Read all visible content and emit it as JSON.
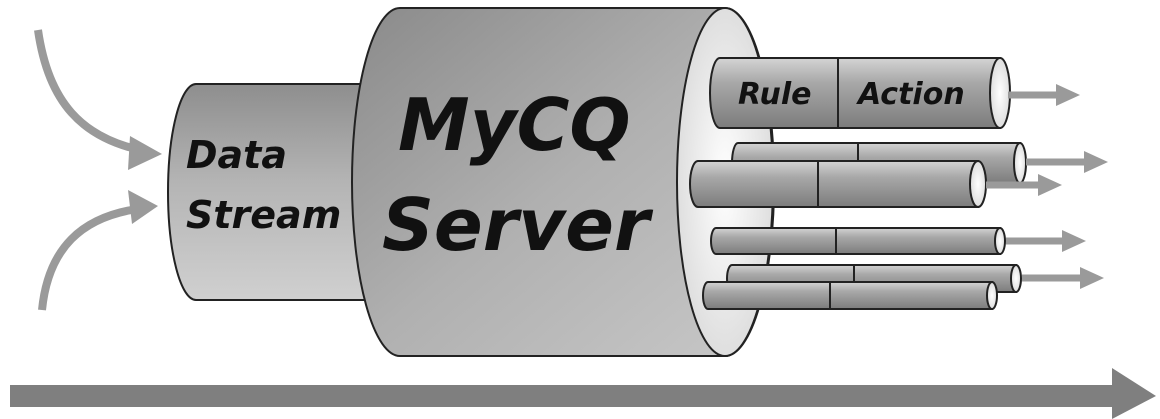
{
  "data_stream": {
    "line1": "Data",
    "line2": "Stream"
  },
  "server": {
    "line1": "MyCQ",
    "line2": "Server"
  },
  "rule_label": "Rule",
  "action_label": "Action"
}
